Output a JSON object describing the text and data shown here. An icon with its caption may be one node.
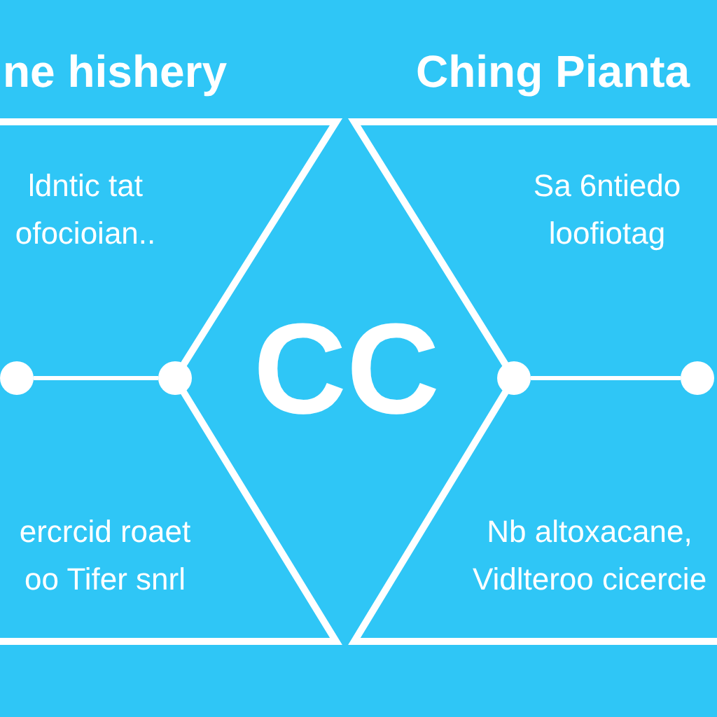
{
  "diagram": {
    "nodes": [
      {
        "text": [
          "ne hishery",
          "ldntic tat ofocioian..",
          "ercrcid roaet oo Tifer snrl"
        ]
      },
      {
        "text": [
          "Ching Pianta",
          "Sa 6ntiedo loofiotag",
          "Nb altoxacane, Vidlteroo cicercie"
        ]
      },
      {
        "text": [],
        "shape": "circle",
        "in": 0
      },
      {
        "text": [],
        "shape": "circle",
        "in": 0
      },
      {
        "text": [],
        "shape": "circle",
        "in": 1
      },
      {
        "text": [],
        "shape": "circle",
        "in": 1
      }
    ],
    "edges": [
      {
        "from": 2,
        "to": 3,
        "arrow": "none"
      },
      {
        "from": 4,
        "to": 5,
        "arrow": "none"
      }
    ],
    "labels": [
      "CC"
    ]
  }
}
